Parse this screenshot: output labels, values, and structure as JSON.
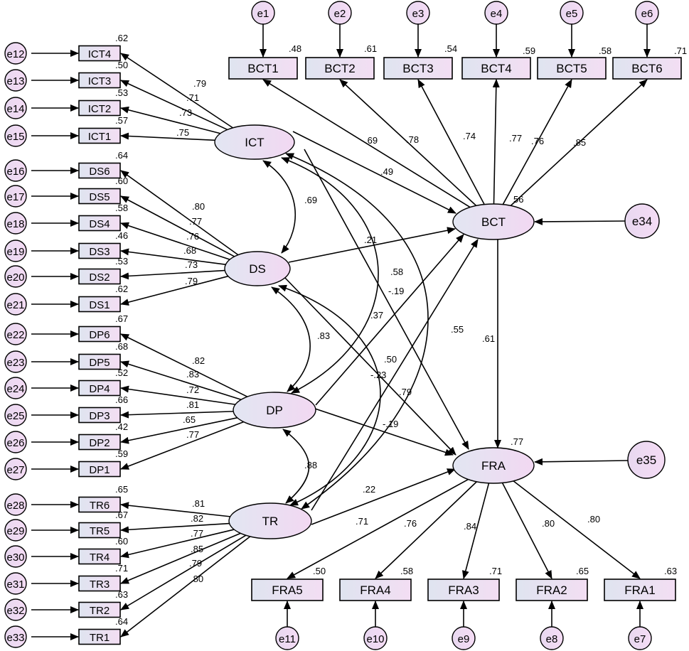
{
  "latents": {
    "ICT": {
      "label": "ICT"
    },
    "DS": {
      "label": "DS"
    },
    "DP": {
      "label": "DP"
    },
    "TR": {
      "label": "TR"
    },
    "BCT": {
      "label": "BCT",
      "r2": "56"
    },
    "FRA": {
      "label": "FRA",
      "r2": ".77"
    }
  },
  "left_indicators": [
    {
      "id": "ICT4",
      "latent": "ICT",
      "error": "e12",
      "loading": ".79",
      "r2": ".62"
    },
    {
      "id": "ICT3",
      "latent": "ICT",
      "error": "e13",
      "loading": ".71",
      "r2": ".50"
    },
    {
      "id": "ICT2",
      "latent": "ICT",
      "error": "e14",
      "loading": ".73",
      "r2": ".53"
    },
    {
      "id": "ICT1",
      "latent": "ICT",
      "error": "e15",
      "loading": ".75",
      "r2": ".57"
    },
    {
      "id": "DS6",
      "latent": "DS",
      "error": "e16",
      "loading": ".80",
      "r2": ".64"
    },
    {
      "id": "DS5",
      "latent": "DS",
      "error": "e17",
      "loading": ".77",
      "r2": ".60"
    },
    {
      "id": "DS4",
      "latent": "DS",
      "error": "e18",
      "loading": ".76",
      "r2": ".58"
    },
    {
      "id": "DS3",
      "latent": "DS",
      "error": "e19",
      "loading": ".68",
      "r2": ".46"
    },
    {
      "id": "DS2",
      "latent": "DS",
      "error": "e20",
      "loading": ".73",
      "r2": ".53"
    },
    {
      "id": "DS1",
      "latent": "DS",
      "error": "e21",
      "loading": ".79",
      "r2": ".62"
    },
    {
      "id": "DP6",
      "latent": "DP",
      "error": "e22",
      "loading": ".82",
      "r2": ".67"
    },
    {
      "id": "DP5",
      "latent": "DP",
      "error": "e23",
      "loading": ".83",
      "r2": ".68"
    },
    {
      "id": "DP4",
      "latent": "DP",
      "error": "e24",
      "loading": ".72",
      "r2": ".52"
    },
    {
      "id": "DP3",
      "latent": "DP",
      "error": "e25",
      "loading": ".81",
      "r2": ".66"
    },
    {
      "id": "DP2",
      "latent": "DP",
      "error": "e26",
      "loading": ".65",
      "r2": ".42"
    },
    {
      "id": "DP1",
      "latent": "DP",
      "error": "e27",
      "loading": ".77",
      "r2": ".59"
    },
    {
      "id": "TR6",
      "latent": "TR",
      "error": "e28",
      "loading": ".81",
      "r2": ".65"
    },
    {
      "id": "TR5",
      "latent": "TR",
      "error": "e29",
      "loading": ".82",
      "r2": ".67"
    },
    {
      "id": "TR4",
      "latent": "TR",
      "error": "e30",
      "loading": ".77",
      "r2": ".60"
    },
    {
      "id": "TR3",
      "latent": "TR",
      "error": "e31",
      "loading": ".85",
      "r2": ".71"
    },
    {
      "id": "TR2",
      "latent": "TR",
      "error": "e32",
      "loading": ".79",
      "r2": ".63"
    },
    {
      "id": "TR1",
      "latent": "TR",
      "error": "e33",
      "loading": ".80",
      "r2": ".64"
    }
  ],
  "bct_indicators": [
    {
      "id": "BCT1",
      "error": "e1",
      "loading": ".69",
      "r2": ".48"
    },
    {
      "id": "BCT2",
      "error": "e2",
      "loading": ".78",
      "r2": ".61"
    },
    {
      "id": "BCT3",
      "error": "e3",
      "loading": ".74",
      "r2": ".54"
    },
    {
      "id": "BCT4",
      "error": "e4",
      "loading": ".77",
      "r2": ".59"
    },
    {
      "id": "BCT5",
      "error": "e5",
      "loading": ".76",
      "r2": ".58"
    },
    {
      "id": "BCT6",
      "error": "e6",
      "loading": ".85",
      "r2": ".71"
    }
  ],
  "fra_indicators": [
    {
      "id": "FRA5",
      "error": "e11",
      "loading": ".71",
      "r2": ".50"
    },
    {
      "id": "FRA4",
      "error": "e10",
      "loading": ".76",
      "r2": ".58"
    },
    {
      "id": "FRA3",
      "error": "e9",
      "loading": ".84",
      "r2": ".71"
    },
    {
      "id": "FRA2",
      "error": "e8",
      "loading": ".80",
      "r2": ".65"
    },
    {
      "id": "FRA1",
      "error": "e7",
      "loading": ".80",
      "r2": ".63"
    }
  ],
  "structural_errors": {
    "BCT": "e34",
    "FRA": "e35"
  },
  "covariances": [
    {
      "from": "ICT",
      "to": "DS",
      "value": ".69"
    },
    {
      "from": "DS",
      "to": "DP",
      "value": ".83"
    },
    {
      "from": "DP",
      "to": "TR",
      "value": ".88"
    },
    {
      "from": "ICT",
      "to": "DP",
      "value": ".58"
    },
    {
      "from": "DS",
      "to": "TR",
      "value": ".50"
    },
    {
      "from": "ICT",
      "to": "TR",
      "value": ".55"
    }
  ],
  "paths": [
    {
      "from": "ICT",
      "to": "BCT",
      "value": ".49"
    },
    {
      "from": "DS",
      "to": "BCT",
      "value": ".21"
    },
    {
      "from": "DP",
      "to": "BCT",
      "value": ".37"
    },
    {
      "from": "TR",
      "to": "BCT",
      "value": "-.23"
    },
    {
      "from": "ICT",
      "to": "FRA",
      "value": "-.19"
    },
    {
      "from": "DS",
      "to": "FRA",
      "value": ".79"
    },
    {
      "from": "DP",
      "to": "FRA",
      "value": "-.19"
    },
    {
      "from": "TR",
      "to": "FRA",
      "value": ".22"
    },
    {
      "from": "BCT",
      "to": "FRA",
      "value": ".61"
    }
  ]
}
